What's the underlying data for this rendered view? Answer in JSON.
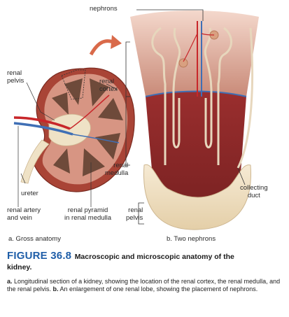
{
  "labels": {
    "nephrons": "nephrons",
    "renal_pelvis_left": "renal\npelvis",
    "renal_cortex": "renal\ncortex",
    "renal_medulla": "renal\nmedulla",
    "ureter": "ureter",
    "renal_artery_vein": "renal artery\nand vein",
    "renal_pyramid": "renal pyramid\nin renal medulla",
    "renal_pelvis_right": "renal\npelvis",
    "collecting_duct": "collecting\nduct"
  },
  "panels": {
    "a": "a. Gross anatomy",
    "b": "b. Two nephrons"
  },
  "caption": {
    "number": "FIGURE 36.8",
    "title": "Macroscopic and microscopic anatomy of the",
    "title_cont": "kidney.",
    "a_marker": "a.",
    "a_text": " Longitudinal section of a kidney, showing the location of the renal cortex, the renal medulla, and the renal pelvis. ",
    "b_marker": "b.",
    "b_text": " An enlargement of one renal lobe, showing the placement of nephrons."
  },
  "colors": {
    "cortex": "#c98a78",
    "medulla": "#8c2a2a",
    "pyramid": "#6e4a3a",
    "pelvis": "#efe2c6",
    "artery": "#c8262a",
    "vein": "#3f6fb5",
    "arrow": "#d96a4a",
    "caption_blue": "#1f5ea8"
  }
}
